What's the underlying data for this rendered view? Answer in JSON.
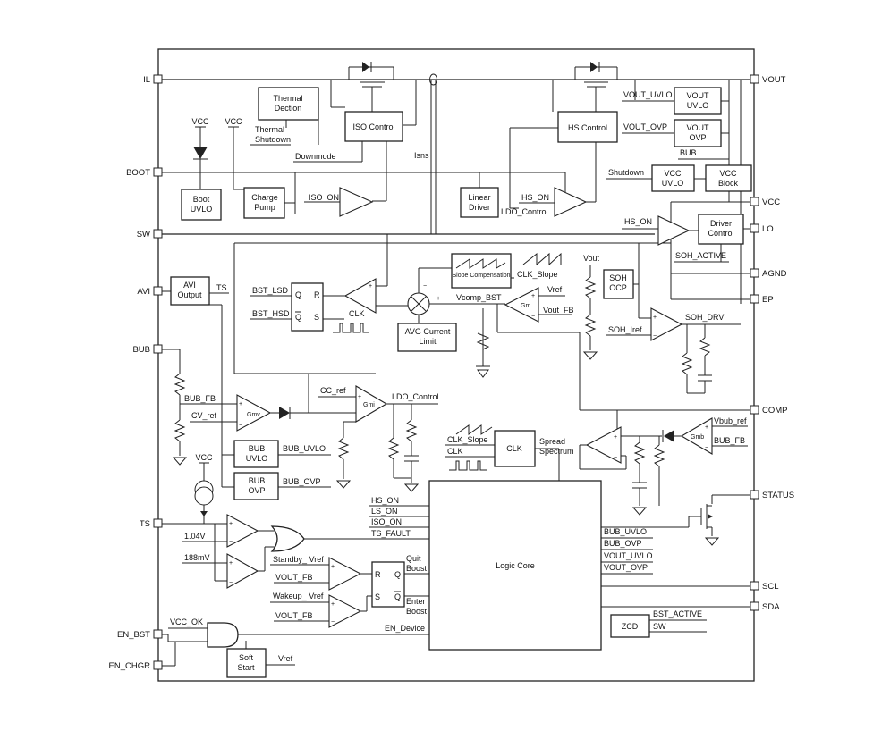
{
  "pins_left": [
    "IL",
    "BOOT",
    "SW",
    "AVI",
    "BUB",
    "TS",
    "EN_BST",
    "EN_CHGR"
  ],
  "pins_right": [
    "VOUT",
    "VCC",
    "LO",
    "AGND",
    "EP",
    "COMP",
    "STATUS",
    "SCL",
    "SDA"
  ],
  "blocks": {
    "thermal": "Thermal Dection",
    "iso_control": "ISO Control",
    "hs_control": "HS Control",
    "vout_uvlo": "VOUT UVLO",
    "vout_ovp": "VOUT OVP",
    "vcc_uvlo": "VCC UVLO",
    "vcc_block": "VCC Block",
    "boot_uvlo": "Boot UVLO",
    "charge_pump": "Charge Pump",
    "linear_driver": "Linear Driver",
    "driver_control": "Driver Control",
    "avi_output": "AVI Output",
    "slope_comp": "Slope Compensation",
    "avg_current": "AVG Current Limit",
    "soh_ocp": "SOH OCP",
    "bub_uvlo": "BUB UVLO",
    "bub_ovp": "BUB OVP",
    "clk": "CLK",
    "logic_core": "Logic Core",
    "soft_start": "Soft Start",
    "zcd": "ZCD"
  },
  "labels": {
    "vcc_1": "VCC",
    "vcc_2": "VCC",
    "vcc_3": "VCC",
    "thermal_shutdown": "Thermal Shutdown",
    "downmode": "Downmode",
    "isns": "Isns",
    "iso_on": "ISO_ON",
    "hs_on_1": "HS_ON",
    "ldo_control_1": "LDO_Control",
    "vout_uvlo_sig": "VOUT_UVLO",
    "vout_ovp_sig": "VOUT_OVP",
    "bub_sig": "BUB",
    "shutdown": "Shutdown",
    "hs_on_2": "HS_ON",
    "soh_active": "SOH_ACTIVE",
    "ts_sig": "TS",
    "bst_lsd": "BST_LSD",
    "bst_hsd": "BST_HSD",
    "q": "Q",
    "qbar": "Q",
    "r": "R",
    "s": "S",
    "clk_1": "CLK",
    "clk_slope_1": "CLK_Slope",
    "vcomp_bst": "Vcomp_BST",
    "vref_1": "Vref",
    "vout_fb_1": "Vout_FB",
    "gm_1": "Gm",
    "vout_sig": "Vout",
    "soh_iref": "SOH_Iref",
    "soh_drv": "SOH_DRV",
    "bub_fb_1": "BUB_FB",
    "cv_ref": "CV_ref",
    "gmv": "Gmv",
    "cc_ref": "CC_ref",
    "gmi": "Gmi",
    "ldo_control_2": "LDO_Control",
    "bub_uvlo_sig": "BUB_UVLO",
    "bub_ovp_sig": "BUB_OVP",
    "clk_slope_2": "CLK_Slope",
    "clk_2": "CLK",
    "spread_spectrum": "Spread Spectrum",
    "vbub_ref": "Vbub_ref",
    "bub_fb_2": "BUB_FB",
    "gmb": "Gmb",
    "hs_on_3": "HS_ON",
    "ls_on": "LS_ON",
    "iso_on_2": "ISO_ON",
    "ts_fault": "TS_FAULT",
    "v104": "1.04V",
    "v188": "188mV",
    "standby_vref": "Standby_ Vref",
    "vout_fb_2": "VOUT_FB",
    "wakeup_vref": "Wakeup_ Vref",
    "vout_fb_3": "VOUT_FB",
    "r2": "R",
    "q2": "Q",
    "s2": "S",
    "q2bar": "Q",
    "quit_boost": "Quit Boost",
    "enter_boost": "Enter Boost",
    "en_device": "EN_Device",
    "vcc_ok": "VCC_OK",
    "vref_2": "Vref",
    "bub_uvlo_out": "BUB_UVLO",
    "bub_ovp_out": "BUB_OVP",
    "vout_uvlo_out": "VOUT_UVLO",
    "vout_ovp_out": "VOUT_OVP",
    "bst_active": "BST_ACTIVE",
    "sw_sig": "SW"
  }
}
